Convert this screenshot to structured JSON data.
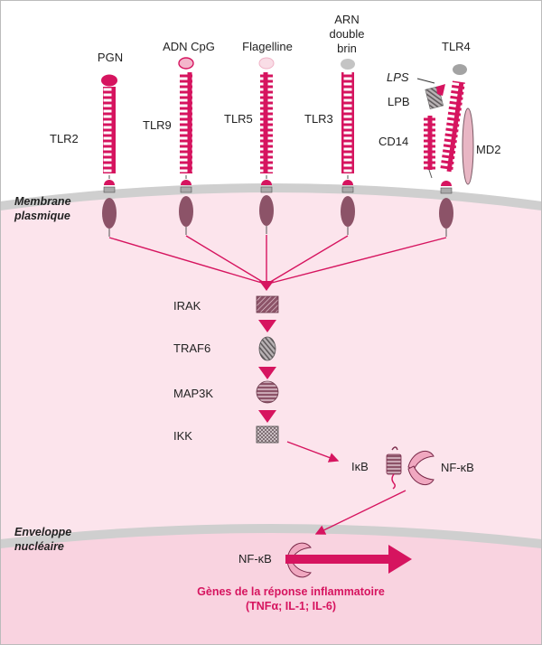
{
  "compartments": {
    "membrane_label_line1": "Membrane",
    "membrane_label_line2": "plasmique",
    "nuclear_label_line1": "Enveloppe",
    "nuclear_label_line2": "nucléaire"
  },
  "ligands": {
    "pgn": "PGN",
    "adn_cpg": "ADN CpG",
    "flagelline": "Flagelline",
    "arn_line1": "ARN",
    "arn_line2": "double",
    "arn_line3": "brin",
    "lps": "LPS",
    "lpb": "LPB",
    "cd14": "CD14",
    "md2": "MD2"
  },
  "receptors": {
    "tlr2": "TLR2",
    "tlr9": "TLR9",
    "tlr5": "TLR5",
    "tlr3": "TLR3",
    "tlr4": "TLR4"
  },
  "cascade": {
    "irak": "IRAK",
    "traf6": "TRAF6",
    "map3k": "MAP3K",
    "ikk": "IKK",
    "ikb": "IκB",
    "nfkb": "NF-κB",
    "nfkb_nucleus": "NF-κB"
  },
  "output": {
    "line1": "Gènes de la réponse inflammatoire",
    "line2": "(TNFα; IL-1; IL-6)"
  },
  "colors": {
    "magenta": "#d6145f",
    "cytoplasm": "#fce4ec",
    "domain_purple": "#8c5368",
    "membrane_gray": "#cfcfcf",
    "gene_label": "#d6145f"
  }
}
